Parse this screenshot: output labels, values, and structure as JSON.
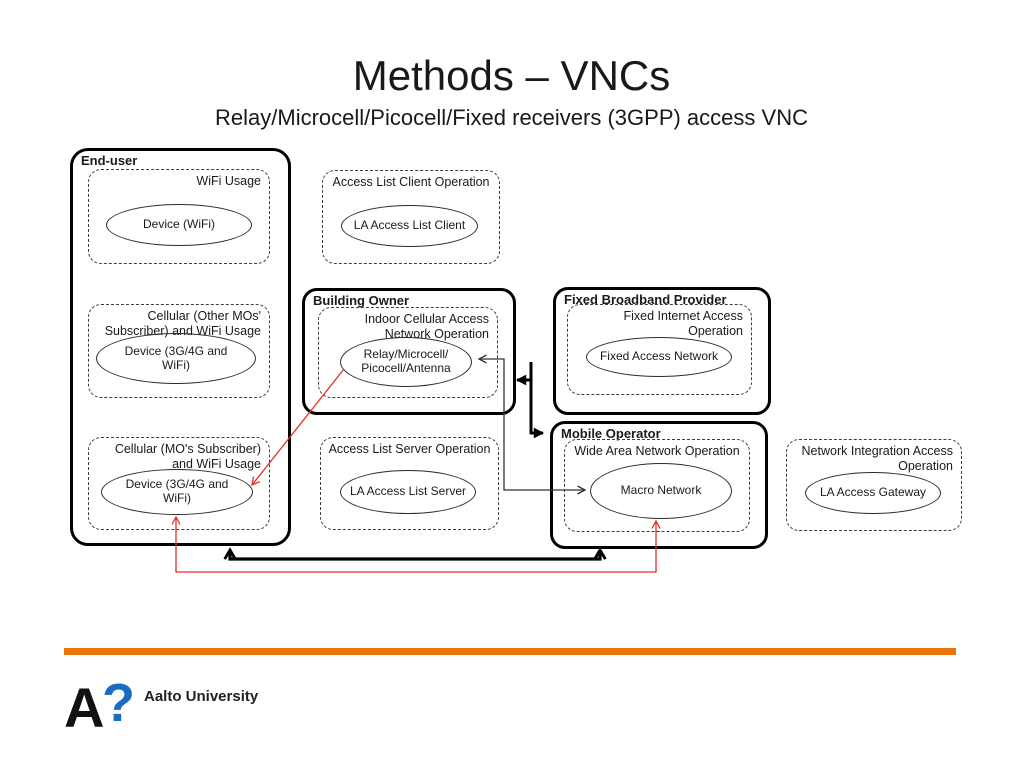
{
  "slide": {
    "title": "Methods – VNCs",
    "subtitle": "Relay/Microcell/Picocell/Fixed receivers (3GPP) access VNC"
  },
  "groups": {
    "end_user": {
      "label": "End-user"
    },
    "building_owner": {
      "label": "Building Owner"
    },
    "fixed_broadband": {
      "label": "Fixed Broadband Provider"
    },
    "mobile_operator": {
      "label": "Mobile Operator"
    }
  },
  "zones": {
    "wifi_usage": {
      "label": "WiFi Usage",
      "node": "Device (WiFi)"
    },
    "cellular_other": {
      "label": "Cellular (Other MOs'\nSubscriber) and WiFi Usage",
      "node": "Device (3G/4G and\nWiFi)"
    },
    "cellular_mo": {
      "label": "Cellular (MO's Subscriber)\nand WiFi Usage",
      "node": "Device (3G/4G and\nWiFi)"
    },
    "access_list_client": {
      "label": "Access List Client Operation",
      "node": "LA Access List Client"
    },
    "indoor_cellular": {
      "label": "Indoor Cellular Access\nNetwork Operation",
      "node": "Relay/Microcell/\nPicocell/Antenna"
    },
    "fixed_internet": {
      "label": "Fixed Internet Access\nOperation",
      "node": "Fixed Access Network"
    },
    "wide_area": {
      "label": "Wide Area Network Operation",
      "node": "Macro Network"
    },
    "access_list_server": {
      "label": "Access List Server Operation",
      "node": "LA Access List Server"
    },
    "network_integration": {
      "label": "Network Integration Access\nOperation",
      "node": "LA Access Gateway"
    }
  },
  "footer": {
    "logo_letter": "A",
    "logo_mark": "?",
    "brand": "Aalto University"
  },
  "colors": {
    "accent_orange": "#ea7309",
    "logo_blue": "#1a6cc0",
    "connector_red": "#e53125",
    "connector_black": "#000000",
    "connector_thin_black": "#333333"
  }
}
